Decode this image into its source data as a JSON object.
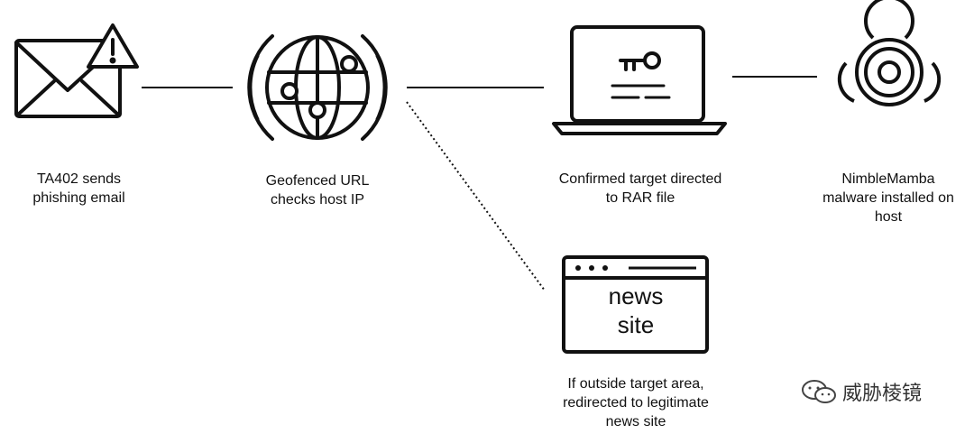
{
  "steps": {
    "email": {
      "label": "TA402 sends\nphishing email"
    },
    "url": {
      "label": "Geofenced URL\nchecks host IP"
    },
    "target": {
      "label": "Confirmed target directed\nto RAR file"
    },
    "malware": {
      "label": "NimbleMamba\nmalware installed on\nhost"
    },
    "news": {
      "label": "If outside target area,\nredirected to legitimate\nnews site",
      "screen_line1": "news",
      "screen_line2": "site"
    }
  },
  "watermark": {
    "text": "威胁棱镜"
  }
}
